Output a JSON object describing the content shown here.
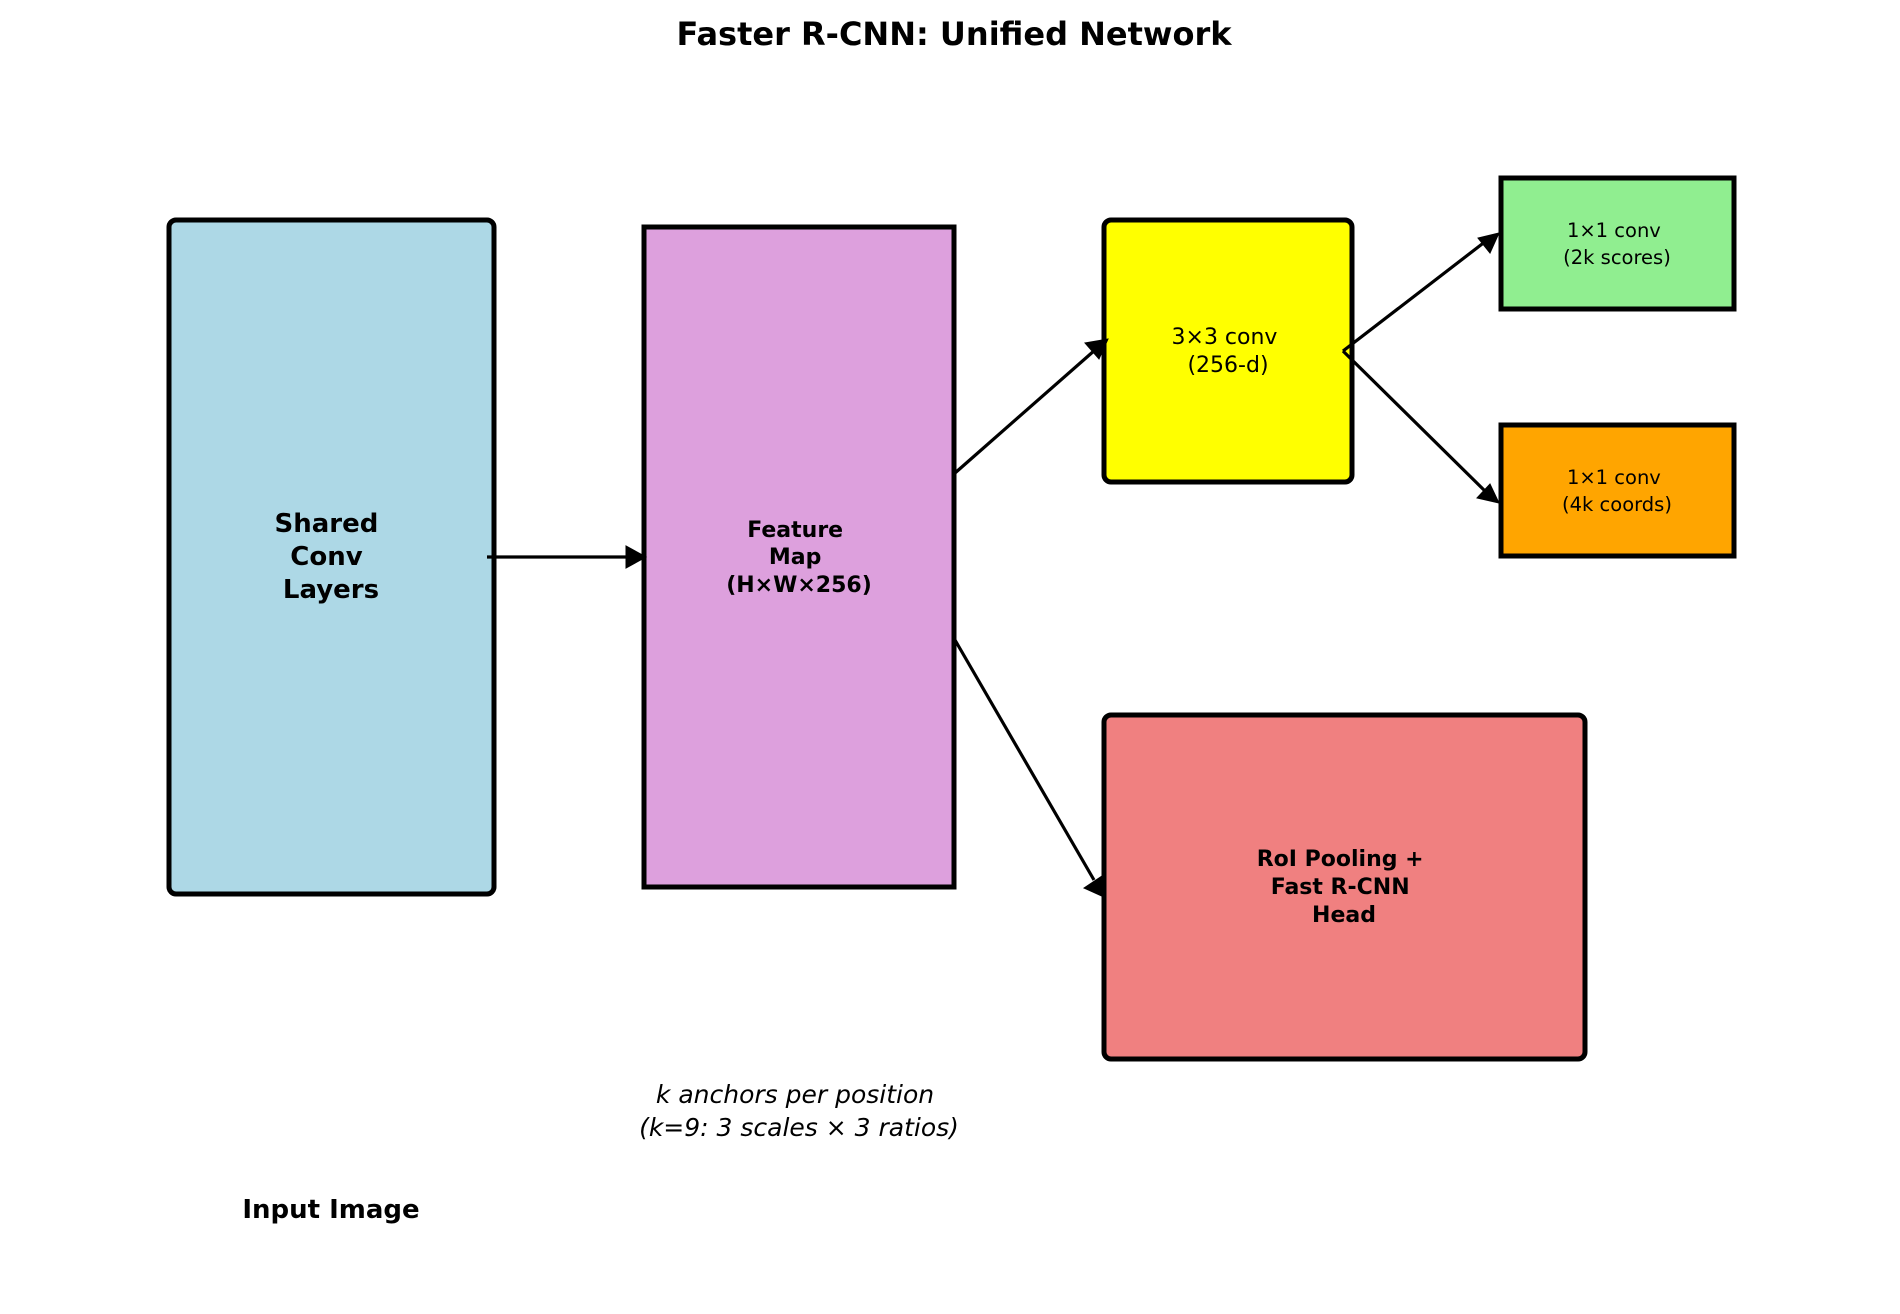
{
  "title": "Faster R-CNN: Unified Network",
  "nodes": {
    "shared_conv": {
      "lines": [
        "Shared",
        "Conv",
        "Layers"
      ],
      "fill": "#add8e6"
    },
    "feature_map": {
      "lines": [
        "Feature",
        "Map",
        "(H×W×256)"
      ],
      "fill": "#dda0dd"
    },
    "conv3x3": {
      "lines": [
        "3×3 conv",
        "(256-d)"
      ],
      "fill": "#ffff00"
    },
    "cls_conv": {
      "lines": [
        "1×1 conv",
        "(2k scores)"
      ],
      "fill": "#90ee90"
    },
    "reg_conv": {
      "lines": [
        "1×1 conv",
        "(4k coords)"
      ],
      "fill": "#ffa500"
    },
    "roi_head": {
      "lines": [
        "RoI Pooling +",
        "Fast R-CNN",
        "Head"
      ],
      "fill": "#f08080"
    }
  },
  "edges": [
    {
      "from": "shared_conv",
      "to": "feature_map"
    },
    {
      "from": "feature_map",
      "to": "conv3x3"
    },
    {
      "from": "feature_map",
      "to": "roi_head"
    },
    {
      "from": "conv3x3",
      "to": "cls_conv"
    },
    {
      "from": "conv3x3",
      "to": "reg_conv"
    }
  ],
  "annotations": {
    "anchors": [
      "k anchors per position",
      "(k=9: 3 scales × 3 ratios)"
    ],
    "input_caption": "Input Image"
  }
}
